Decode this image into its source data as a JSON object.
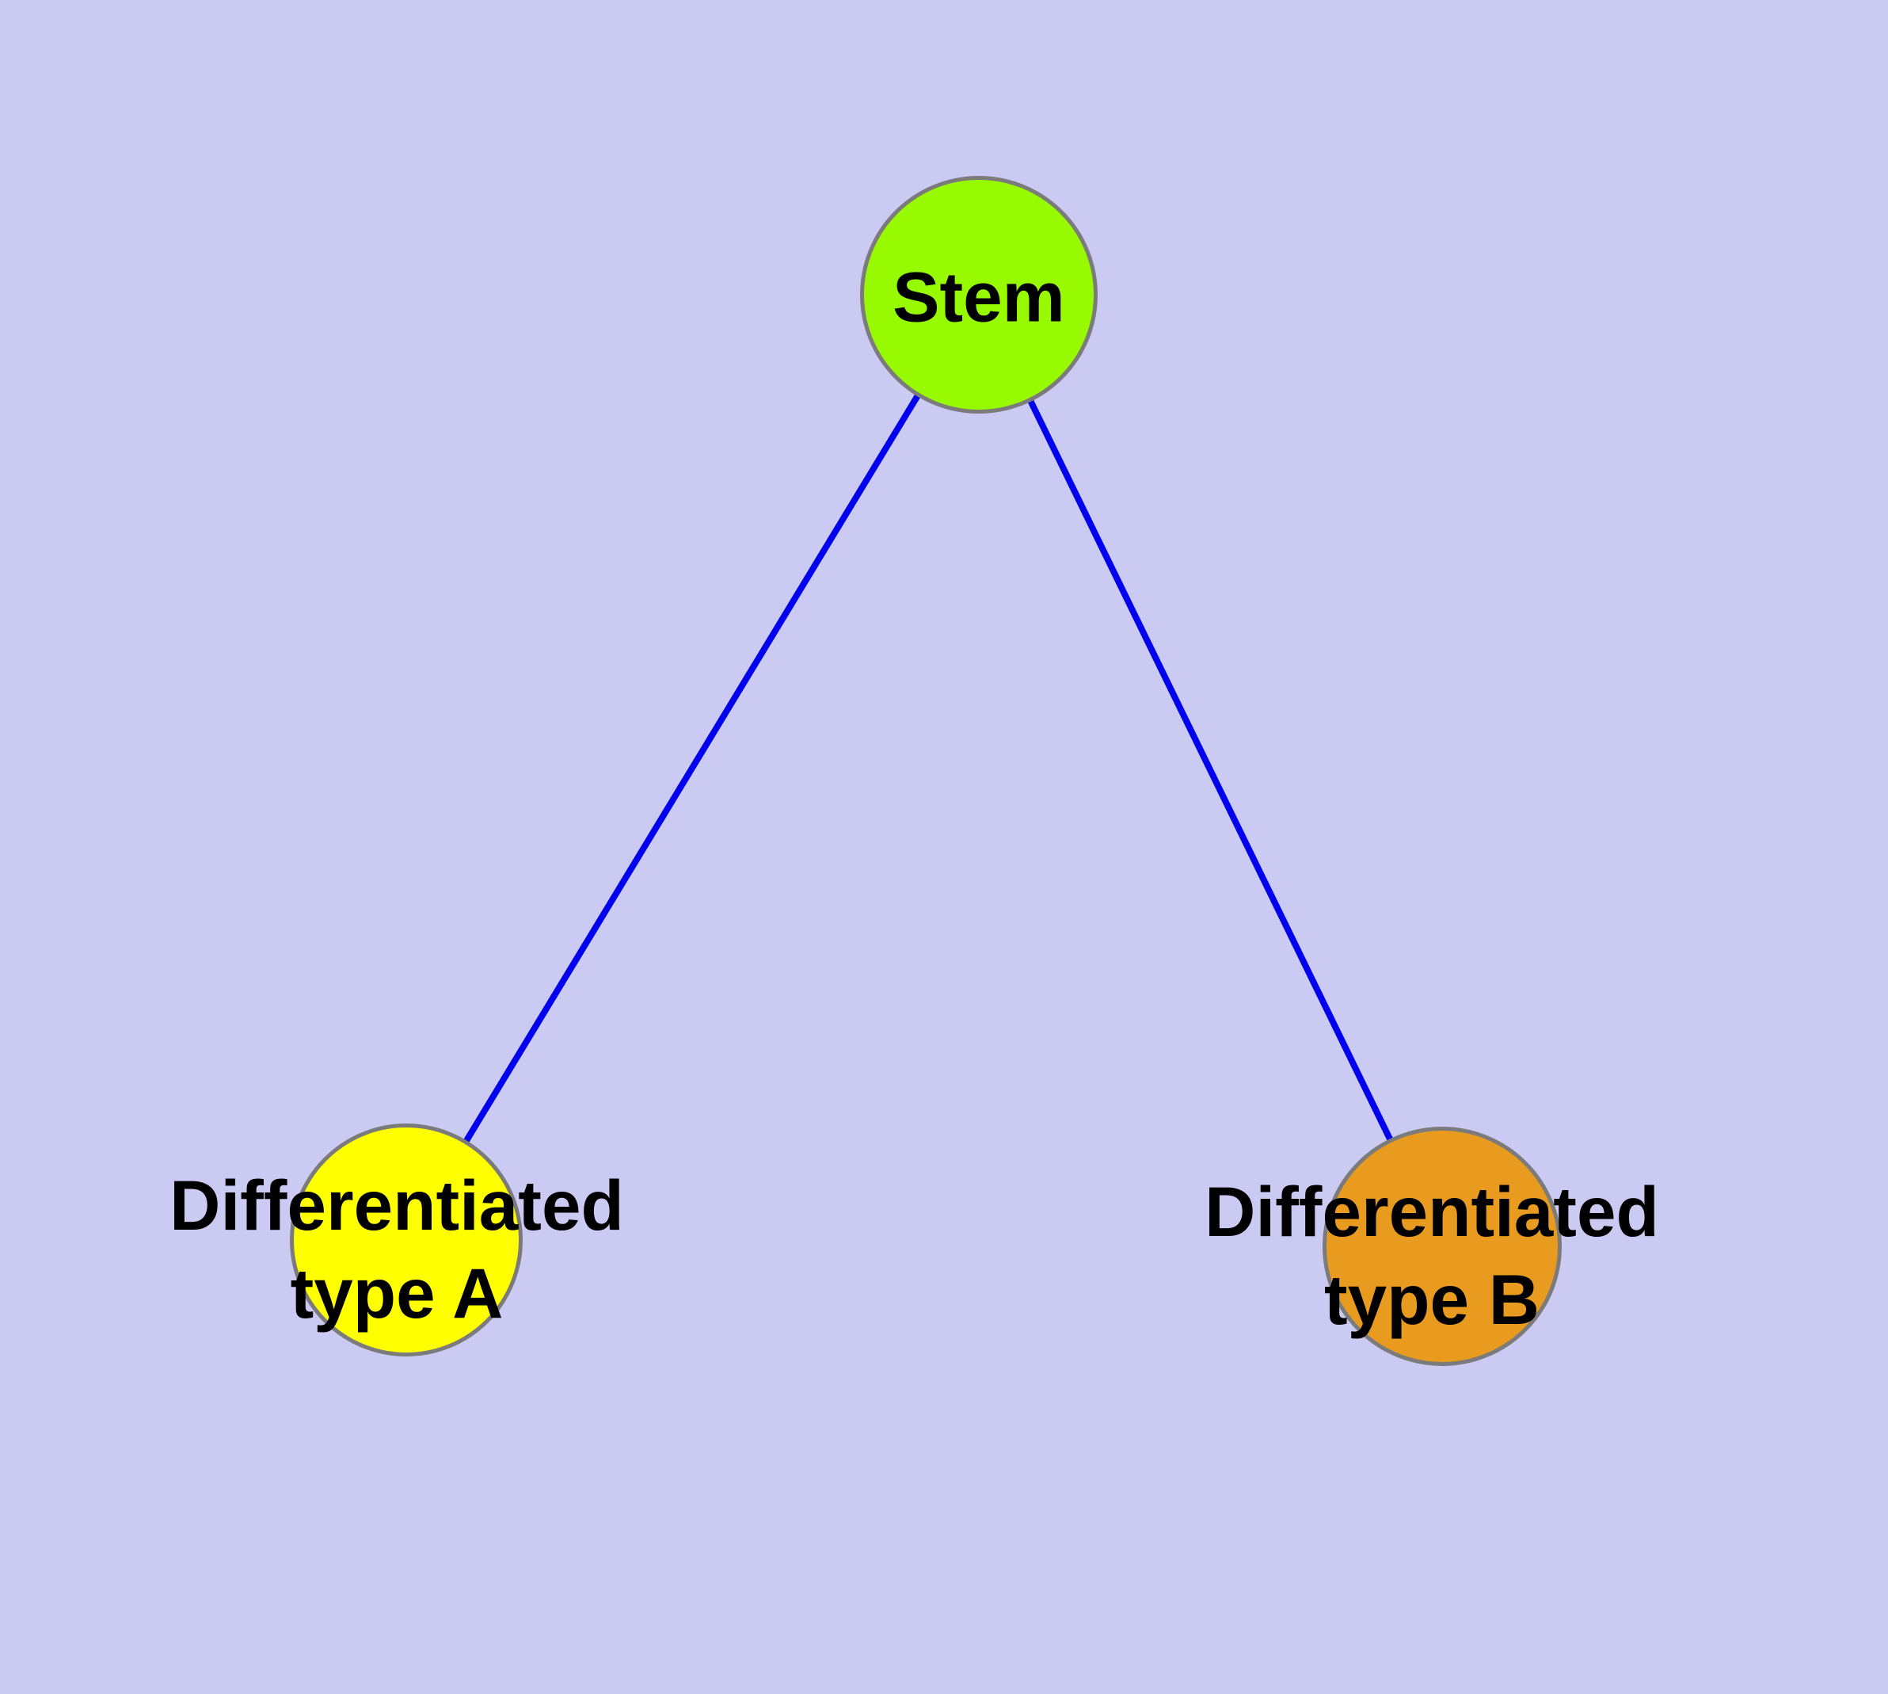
{
  "colors": {
    "background": "#CACAF3",
    "node-border": "#7B7B7B",
    "label-text": "#000000"
  },
  "diagram": {
    "type": "node-link-graph",
    "edge_color": "#0000EE",
    "nodes": [
      {
        "id": "stem",
        "label": "Stem",
        "fill": "#98FA00"
      },
      {
        "id": "type-a",
        "label": "Differentiated\ntype A",
        "fill": "#FFFF00"
      },
      {
        "id": "type-b",
        "label": "Differentiated\ntype B",
        "fill": "#E89B1E"
      }
    ],
    "edges": [
      {
        "from": "Stem",
        "to": "Differentiated type A"
      },
      {
        "from": "Stem",
        "to": "Differentiated type B"
      }
    ]
  }
}
